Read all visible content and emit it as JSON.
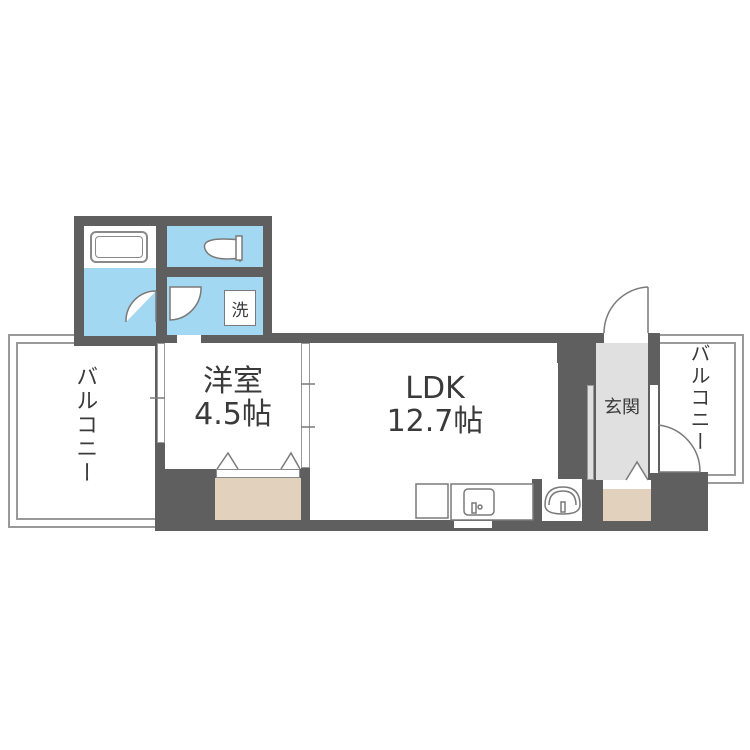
{
  "floorplan": {
    "colors": {
      "wall": "#5f5f5f",
      "wet_area": "#a3d8f3",
      "entrance": "#e0e0e0",
      "storage": "#e2d1bc",
      "floor": "#ffffff",
      "line": "#7a7a7a",
      "text": "#3a3a3a"
    },
    "rooms": {
      "western_room": {
        "name": "洋室",
        "size": "4.5帖"
      },
      "ldk": {
        "name": "LDK",
        "size": "12.7帖"
      },
      "entrance": {
        "name": "玄関"
      },
      "balcony_left": {
        "name": "バルコニー"
      },
      "balcony_right": {
        "name": "バルコニー"
      },
      "washer_space": {
        "name": "洗"
      }
    }
  }
}
